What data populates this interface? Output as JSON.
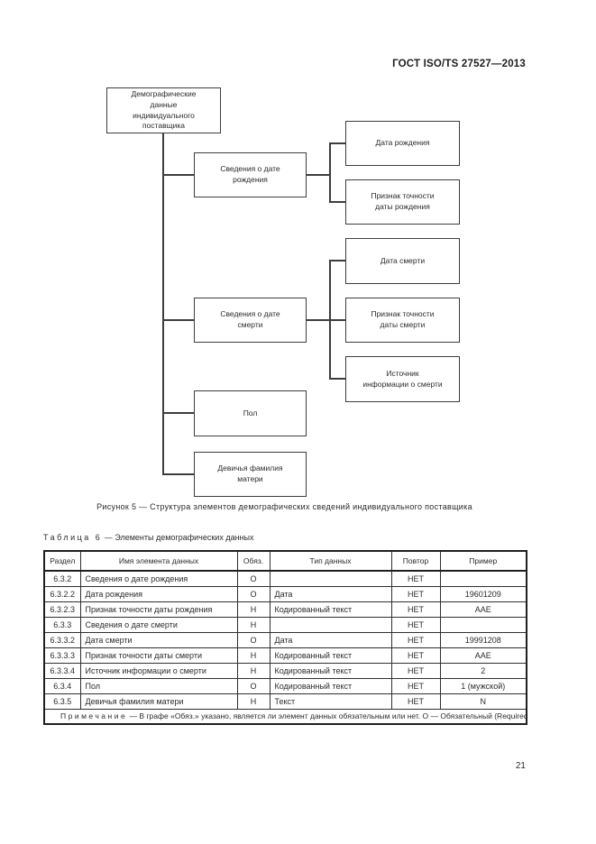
{
  "header": {
    "title": "ГОСТ ISO/TS 27527—2013"
  },
  "figure": {
    "nodes": {
      "root": "Демографические\nданные\nиндивидуального\nпоставщика",
      "birth_group": "Сведения о дате\nрождения",
      "birth_date": "Дата рождения",
      "birth_accuracy": "Признак точности\nдаты рождения",
      "death_date": "Дата смерти",
      "death_group": "Сведения о дате\nсмерти",
      "death_accuracy": "Признак точности\nдаты смерти",
      "death_source": "Источник\nинформации о смерти",
      "sex": "Пол",
      "mother_maiden_name": "Девичья фамилия\nматери"
    },
    "caption": "Рисунок 5 — Структура элементов демографических сведений индивидуального поставщика"
  },
  "table": {
    "title_prefix": "Таблица 6",
    "title_text": " — Элементы демографических данных",
    "columns": [
      "Раздел",
      "Имя элемента данных",
      "Обяз.",
      "Тип данных",
      "Повтор",
      "Пример"
    ],
    "rows": [
      [
        "6.3.2",
        "Сведения о дате рождения",
        "О",
        "",
        "НЕТ",
        ""
      ],
      [
        "6.3.2.2",
        "Дата рождения",
        "О",
        "Дата",
        "НЕТ",
        "19601209"
      ],
      [
        "6.3.2.3",
        "Признак точности даты рождения",
        "Н",
        "Кодированный текст",
        "НЕТ",
        "AAE"
      ],
      [
        "6.3.3",
        "Сведения о дате смерти",
        "Н",
        "",
        "НЕТ",
        ""
      ],
      [
        "6.3.3.2",
        "Дата смерти",
        "О",
        "Дата",
        "НЕТ",
        "19991208"
      ],
      [
        "6.3.3.3",
        "Признак точности даты смерти",
        "Н",
        "Кодированный текст",
        "НЕТ",
        "AAE"
      ],
      [
        "6.3.3.4",
        "Источник информации о смерти",
        "Н",
        "Кодированный текст",
        "НЕТ",
        "2"
      ],
      [
        "6.3.4",
        "Пол",
        "О",
        "Кодированный текст",
        "НЕТ",
        "1 (мужской)"
      ],
      [
        "6.3.5",
        "Девичья фамилия матери",
        "Н",
        "Текст",
        "НЕТ",
        "N"
      ]
    ],
    "note": {
      "label": "Примечание",
      "text": " — В графе «Обяз.» указано, является ли элемент данных обязательным или нет. О — Обязательный (Required). Обязательной может быть целая группа элементов данных либо лишь несколько элементов внутри группы. В этом случае должны быть указаны только обязательные элементы. Н — Необязательный (Optional)."
    }
  },
  "footer": {
    "page_number": "21"
  }
}
